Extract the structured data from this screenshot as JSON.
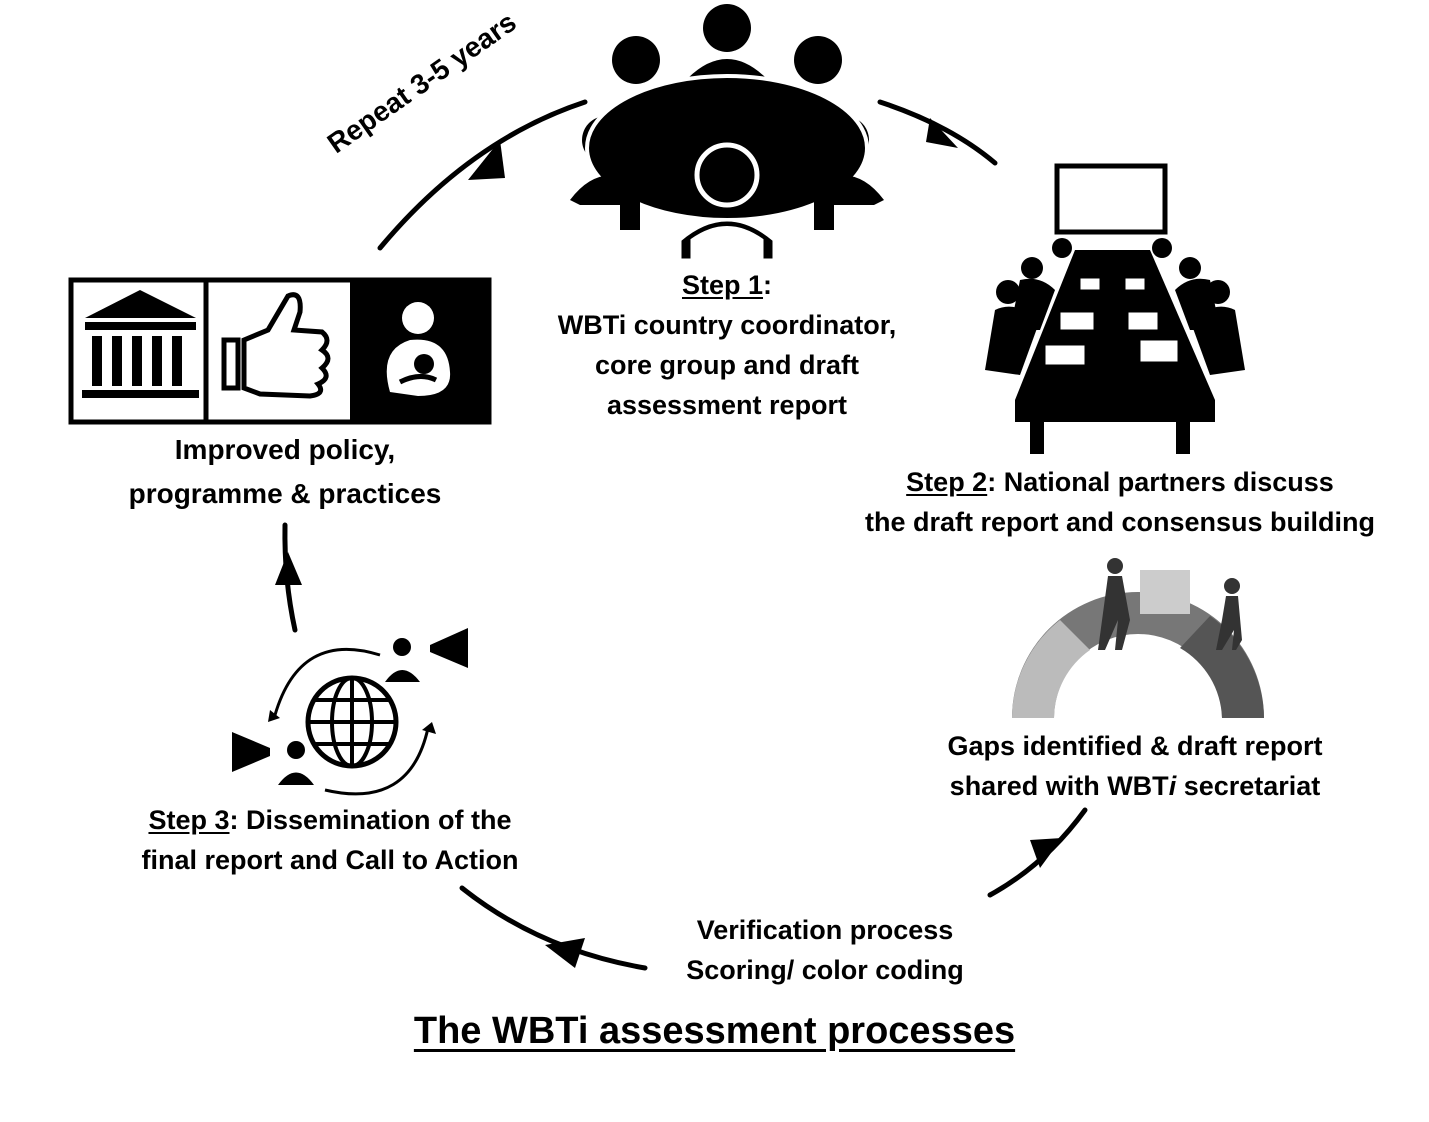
{
  "title": "The WBTi assessment processes",
  "repeat_label": "Repeat 3-5 years",
  "step1": {
    "heading": "Step 1",
    "line1": "WBTi country coordinator,",
    "line2": "core group and draft",
    "line3": "assessment report"
  },
  "step2": {
    "heading": "Step 2",
    "line1_rest": ": National partners discuss",
    "line2": "the draft report and consensus building"
  },
  "gaps": {
    "line1": "Gaps identified & draft report",
    "line2_pre": "shared with WBT",
    "line2_italic": "i",
    "line2_post": " secretariat"
  },
  "verification": {
    "line1": "Verification process",
    "line2": "Scoring/ color coding"
  },
  "step3": {
    "heading": "Step 3",
    "line1_rest": ": Dissemination of the",
    "line2": "final report and Call to Action"
  },
  "improved": {
    "line1": "Improved policy,",
    "line2": "programme & practices"
  },
  "icons": [
    "meeting-table-icon",
    "conference-room-icon",
    "puzzle-teamwork-icon",
    "globe-megaphone-icon",
    "government-building-icon",
    "thumbs-up-icon",
    "breastfeeding-icon"
  ]
}
